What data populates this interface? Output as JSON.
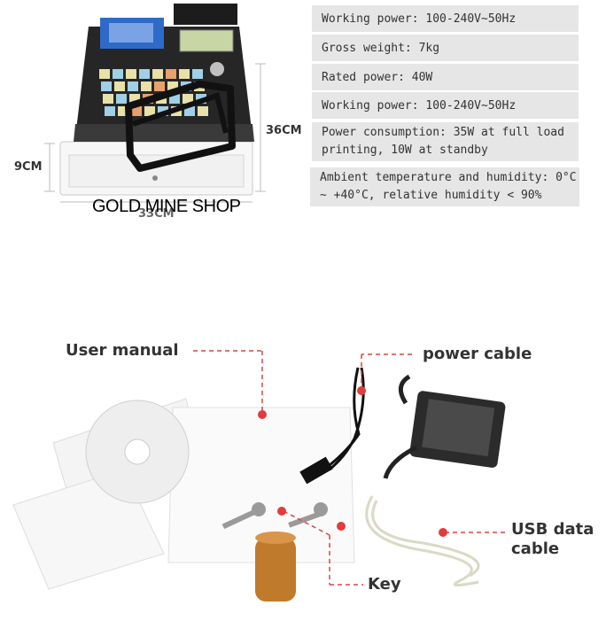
{
  "dimensions": {
    "height_label": "36CM",
    "drawer_height_label": "9CM",
    "width_label": "33CM"
  },
  "watermark": "GOLD MINE SHOP",
  "specs": [
    "Working power: 100-240V~50Hz",
    "Gross weight: 7kg",
    "Rated power: 40W",
    "Working power: 100-240V~50Hz",
    "Power consumption: 35W at full load printing, 10W at standby",
    "Ambient temperature and humidity: 0°C ~ +40°C, relative humidity < 90%"
  ],
  "accessories": {
    "user_manual": "User manual",
    "power_cable": "power cable",
    "usb_cable": "USB data cable",
    "key": "Key"
  }
}
